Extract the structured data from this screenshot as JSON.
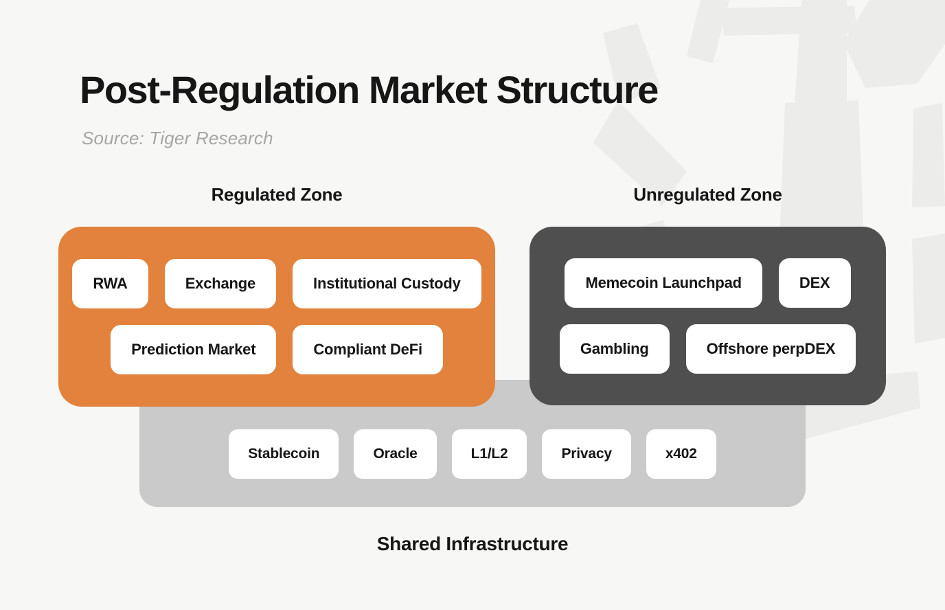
{
  "title": "Post-Regulation Market Structure",
  "source": "Source: Tiger Research",
  "zones": {
    "regulated": {
      "label": "Regulated Zone",
      "color": "#E2823C",
      "rows": [
        [
          "RWA",
          "Exchange",
          "Institutional Custody"
        ],
        [
          "Prediction Market",
          "Compliant DeFi"
        ]
      ]
    },
    "unregulated": {
      "label": "Unregulated Zone",
      "color": "#4F4F4F",
      "rows": [
        [
          "Memecoin Launchpad",
          "DEX"
        ],
        [
          "Gambling",
          "Offshore perpDEX"
        ]
      ]
    }
  },
  "shared": {
    "label": "Shared Infrastructure",
    "color": "#CACACA",
    "items": [
      "Stablecoin",
      "Oracle",
      "L1/L2",
      "Privacy",
      "x402"
    ]
  },
  "colors": {
    "background": "#F7F7F5",
    "chip_background": "#FFFFFF",
    "text": "#161616",
    "subtitle_text": "#A6A6A6",
    "watermark": "#ECECEA"
  }
}
